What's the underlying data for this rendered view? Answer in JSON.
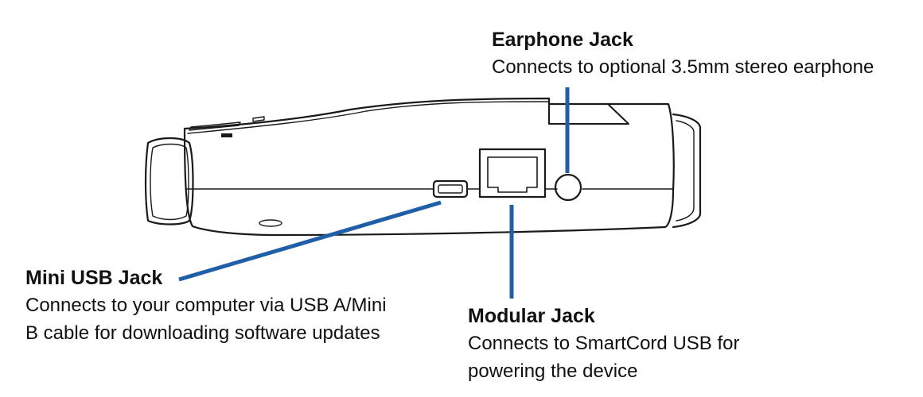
{
  "callouts": {
    "earphone": {
      "title": "Earphone Jack",
      "description": "Connects to optional 3.5mm stereo earphone"
    },
    "mini_usb": {
      "title": "Mini USB Jack",
      "description": "Connects to your computer via USB A/Mini\nB cable for downloading software updates"
    },
    "modular": {
      "title": "Modular Jack",
      "description": "Connects to SmartCord USB for\npowering the device"
    }
  },
  "colors": {
    "leader_line": "#1f5fa8",
    "device_outline": "#1a1a1a"
  }
}
